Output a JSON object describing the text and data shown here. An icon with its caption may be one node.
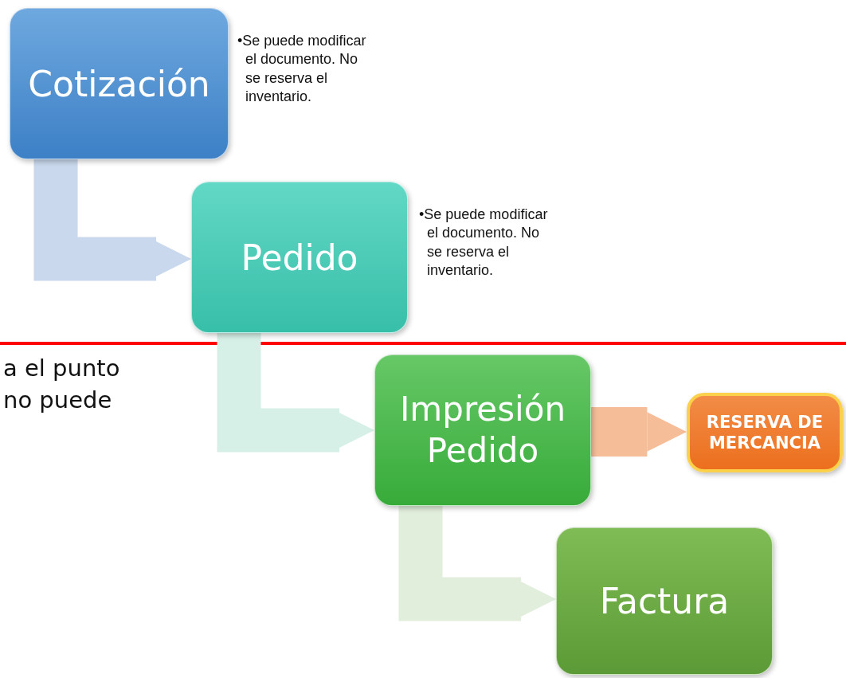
{
  "diagram": {
    "nodes": [
      {
        "text": [
          "Cotización"
        ],
        "beside": [
          "•Se puede modificar el documento. No se reserva el inventario."
        ]
      },
      {
        "text": [
          "Pedido"
        ],
        "beside": [
          "•Se puede modificar el documento. No se reserva el inventario."
        ]
      },
      {
        "text": [
          "Impresión Pedido"
        ]
      },
      {
        "text": [
          "RESERVA DE MERCANCIA"
        ]
      },
      {
        "text": [
          "Factura"
        ]
      }
    ],
    "edges": [
      {
        "from": 0,
        "to": 1,
        "arrow": "to",
        "color": "#c9d8ec"
      },
      {
        "from": 1,
        "to": 2,
        "arrow": "to",
        "color": "#d6efe7"
      },
      {
        "from": 2,
        "to": 3,
        "arrow": "to",
        "color": "#f5bd98"
      },
      {
        "from": 2,
        "to": 4,
        "arrow": "to",
        "color": "#e2eedc"
      }
    ],
    "labels": [
      "a el punto",
      "no puede"
    ]
  }
}
